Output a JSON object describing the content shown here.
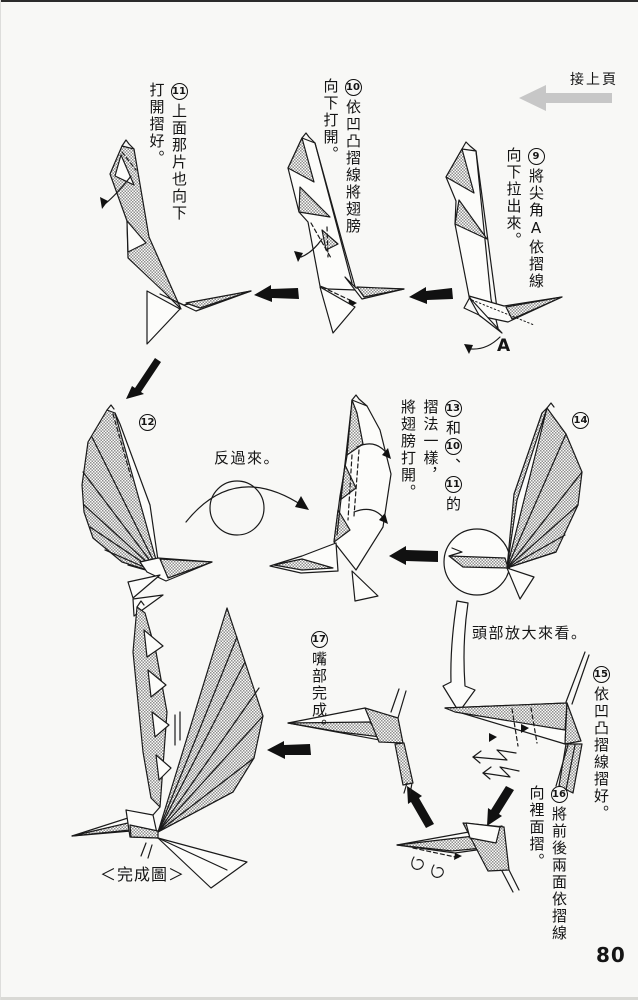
{
  "page": {
    "continued_label": "接上頁",
    "page_number": "80",
    "flip_label": "反過來。",
    "head_zoom_label": "頭部放大來看。",
    "completed_label": "＜完成圖＞",
    "point_a_label": "A"
  },
  "steps": {
    "s9": {
      "num": "9",
      "text": "將尖角A依摺線\n向下拉出來。"
    },
    "s10": {
      "num": "10",
      "text": "依凹凸摺線將翅膀\n向下打開。"
    },
    "s11": {
      "num": "11",
      "text": "上面那片也向下\n打開摺好。"
    },
    "s12": {
      "num": "12"
    },
    "s13": {
      "num": "13",
      "t1": "和",
      "n1": "10",
      "t2": "、",
      "n2": "11",
      "t3": "的\n摺法一樣，\n將翅膀打開。"
    },
    "s14": {
      "num": "14"
    },
    "s15": {
      "num": "15",
      "text": "依凹凸摺線摺好。"
    },
    "s16": {
      "num": "16",
      "text": "將前後兩面依摺線\n向裡面摺。"
    },
    "s17": {
      "num": "17",
      "text": "嘴部完成。"
    }
  }
}
